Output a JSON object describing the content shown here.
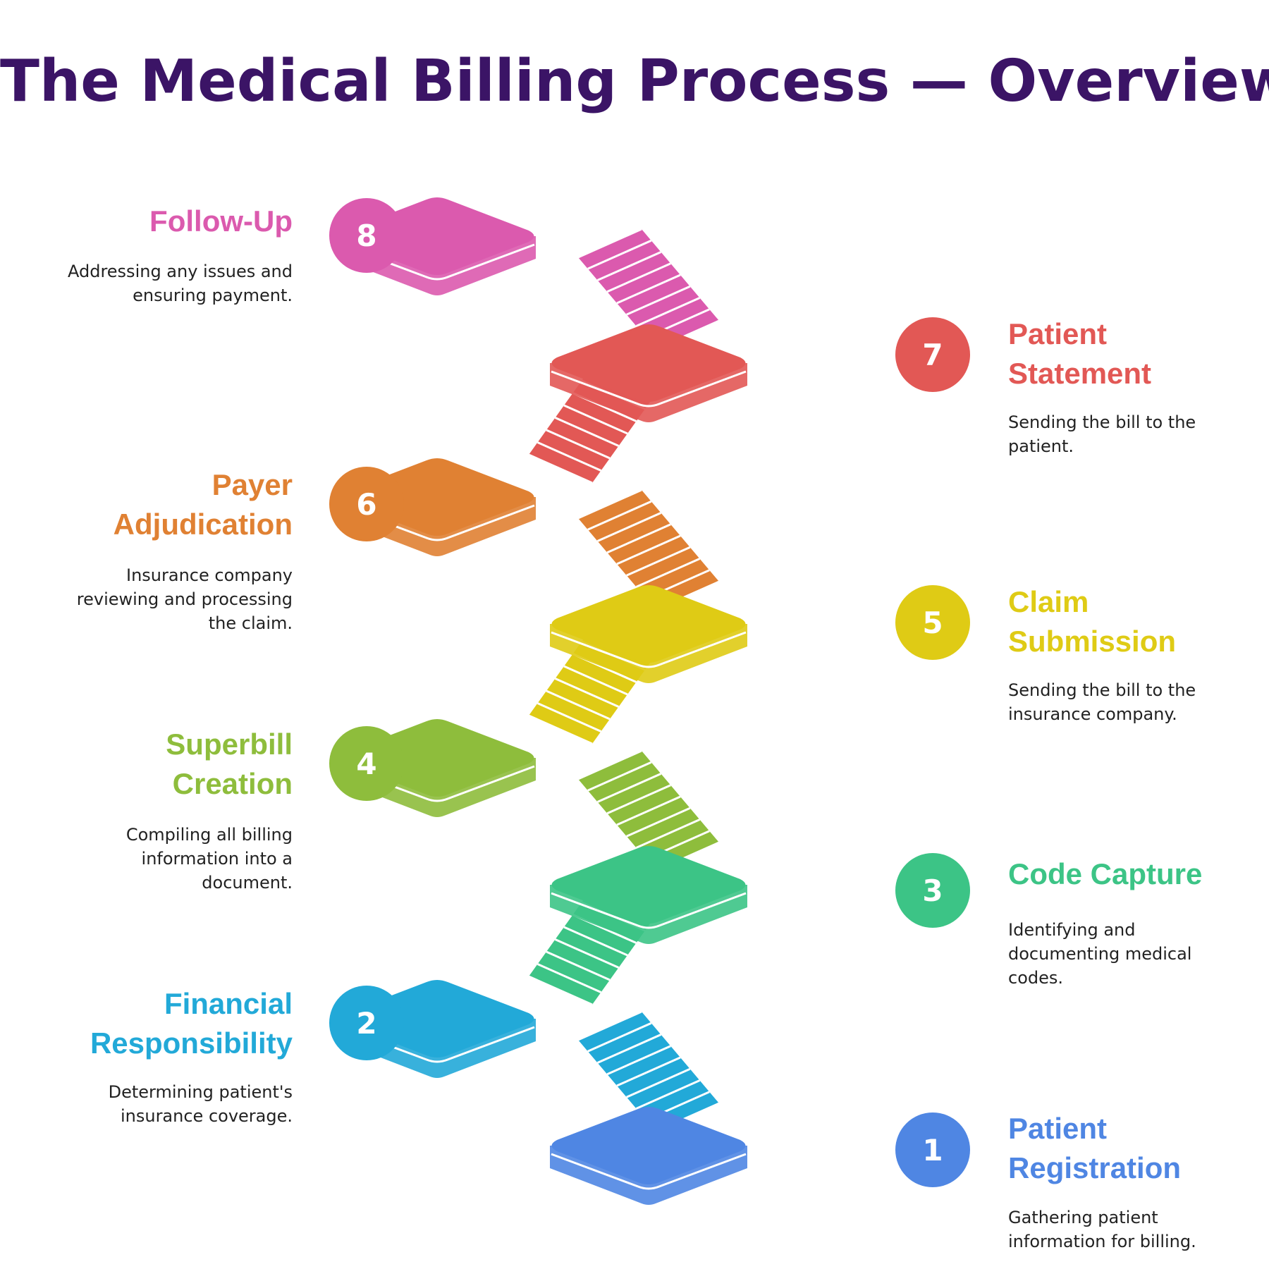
{
  "title": "The Medical Billing Process — Overview",
  "steps": [
    {
      "number": "1",
      "title": "Patient Registration",
      "description": "Gathering patient information for billing.",
      "color": "#4f86e3"
    },
    {
      "number": "2",
      "title": "Financial Responsibility",
      "description": "Determining patient's insurance coverage.",
      "color": "#22a9d8"
    },
    {
      "number": "3",
      "title": "Code Capture",
      "description": "Identifying and documenting medical codes.",
      "color": "#3cc486"
    },
    {
      "number": "4",
      "title": "Superbill Creation",
      "description": "Compiling all billing information into a document.",
      "color": "#8ebd3c"
    },
    {
      "number": "5",
      "title": "Claim Submission",
      "description": "Sending the bill to the insurance company.",
      "color": "#dfcb15"
    },
    {
      "number": "6",
      "title": "Payer Adjudication",
      "description": "Insurance company reviewing and processing the claim.",
      "color": "#e08133"
    },
    {
      "number": "7",
      "title": "Patient Statement",
      "description": "Sending the bill to the patient.",
      "color": "#e25855"
    },
    {
      "number": "8",
      "title": "Follow-Up",
      "description": "Addressing any issues and ensuring payment.",
      "color": "#db5aae"
    }
  ]
}
